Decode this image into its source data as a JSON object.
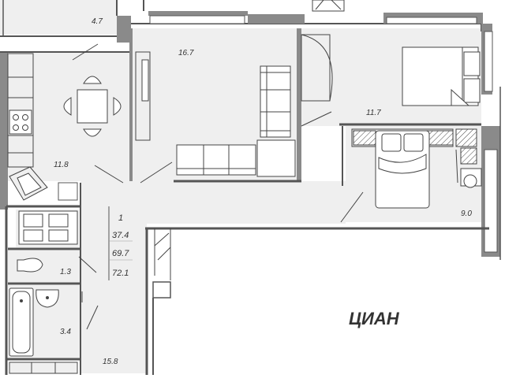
{
  "colors": {
    "background": "#ffffff",
    "room_fill": "#efefef",
    "wall": "#8a8a8a",
    "wall_dark": "#555555",
    "line": "#444444",
    "text": "#333333"
  },
  "rooms": {
    "balcony": "4.7",
    "living_room": "16.7",
    "bedroom": "11.7",
    "kitchen": "11.8",
    "loggia": "9.0",
    "toilet": "1.3",
    "bathroom": "3.4",
    "hallway": "15.8"
  },
  "summary": {
    "rooms_count": "1",
    "living_area": "37.4",
    "total_area": "69.7",
    "total_area_with_balcony": "72.1"
  },
  "watermark": "ЦИАН",
  "icons": [
    "door-swing-icon",
    "sofa-icon",
    "armchair-icon",
    "bed-icon",
    "dining-table-icon",
    "chair-icon",
    "stove-icon",
    "sink-icon",
    "bathtub-icon",
    "toilet-icon",
    "washing-machine-icon",
    "wardrobe-icon",
    "desk-icon"
  ]
}
